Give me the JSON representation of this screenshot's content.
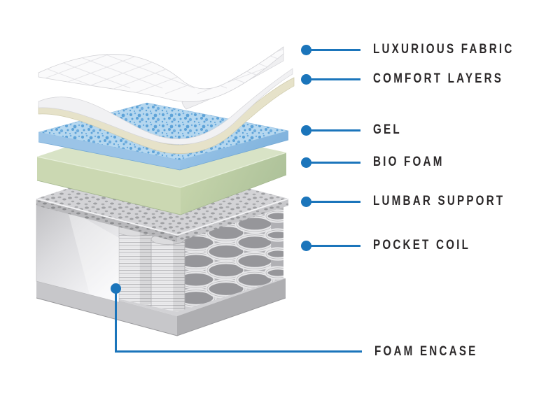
{
  "diagram": {
    "type": "exploded-mattress-cross-section",
    "accent_color": "#1b75bb",
    "label_color": "#2b2829",
    "labels": [
      {
        "id": "luxurious-fabric",
        "text": "LUXURIOUS FABRIC",
        "swatch": "#fafafb"
      },
      {
        "id": "comfort-layers",
        "text": "COMFORT LAYERS",
        "swatch": "#e6e2c9"
      },
      {
        "id": "gel",
        "text": "GEL",
        "swatch": "#b5d7ef"
      },
      {
        "id": "bio-foam",
        "text": "BIO FOAM",
        "swatch": "#d8e3c6"
      },
      {
        "id": "lumbar-support",
        "text": "LUMBAR SUPPORT",
        "swatch": "#d3d3d6"
      },
      {
        "id": "pocket-coil",
        "text": "POCKET COIL",
        "swatch": "#e6e6e8"
      },
      {
        "id": "foam-encase",
        "text": "FOAM ENCASE",
        "swatch": "#e8e8ea"
      }
    ]
  }
}
